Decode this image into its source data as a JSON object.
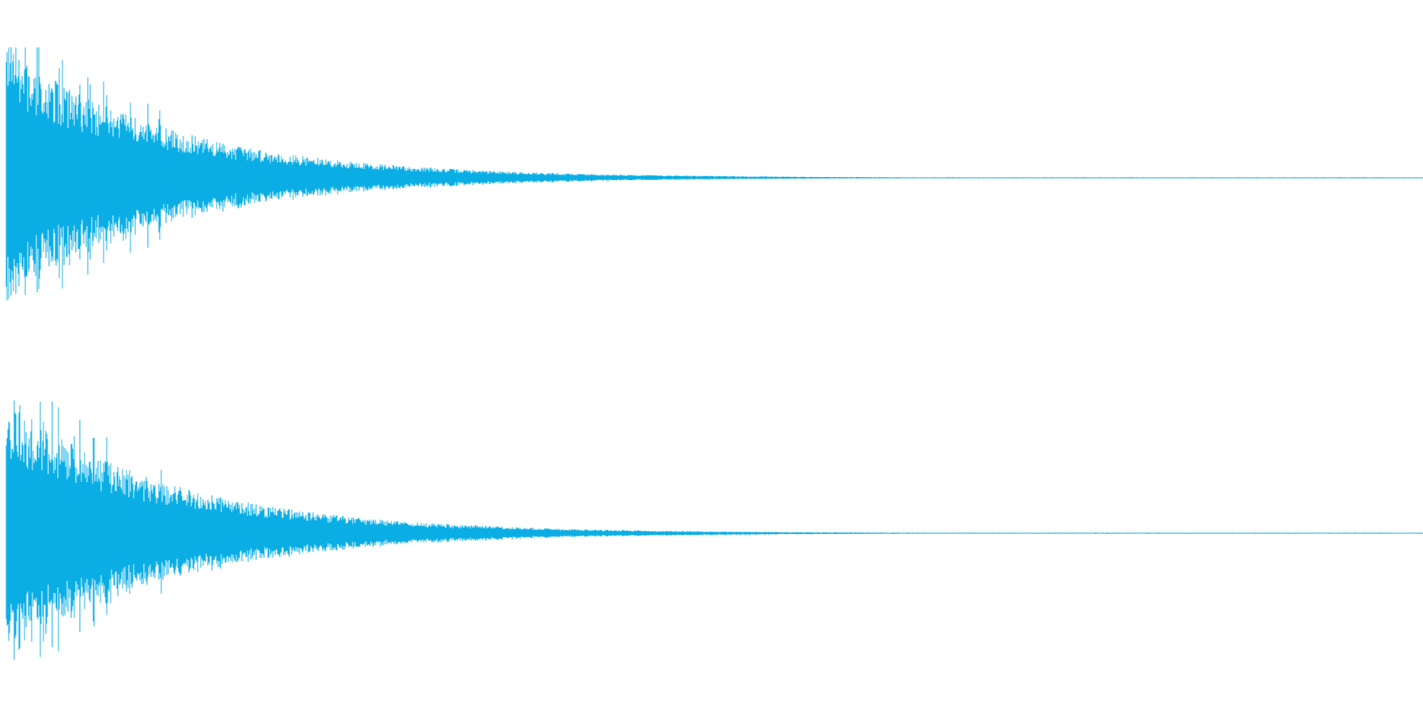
{
  "waveform": {
    "color": "#0aaee4",
    "background": "#ffffff",
    "channels": [
      {
        "channel": "left",
        "peak_amplitude": 0.97,
        "decay_profile": "fast-attack-exponential-decay"
      },
      {
        "channel": "right",
        "peak_amplitude": 0.99,
        "decay_profile": "fast-attack-exponential-decay"
      }
    ]
  }
}
